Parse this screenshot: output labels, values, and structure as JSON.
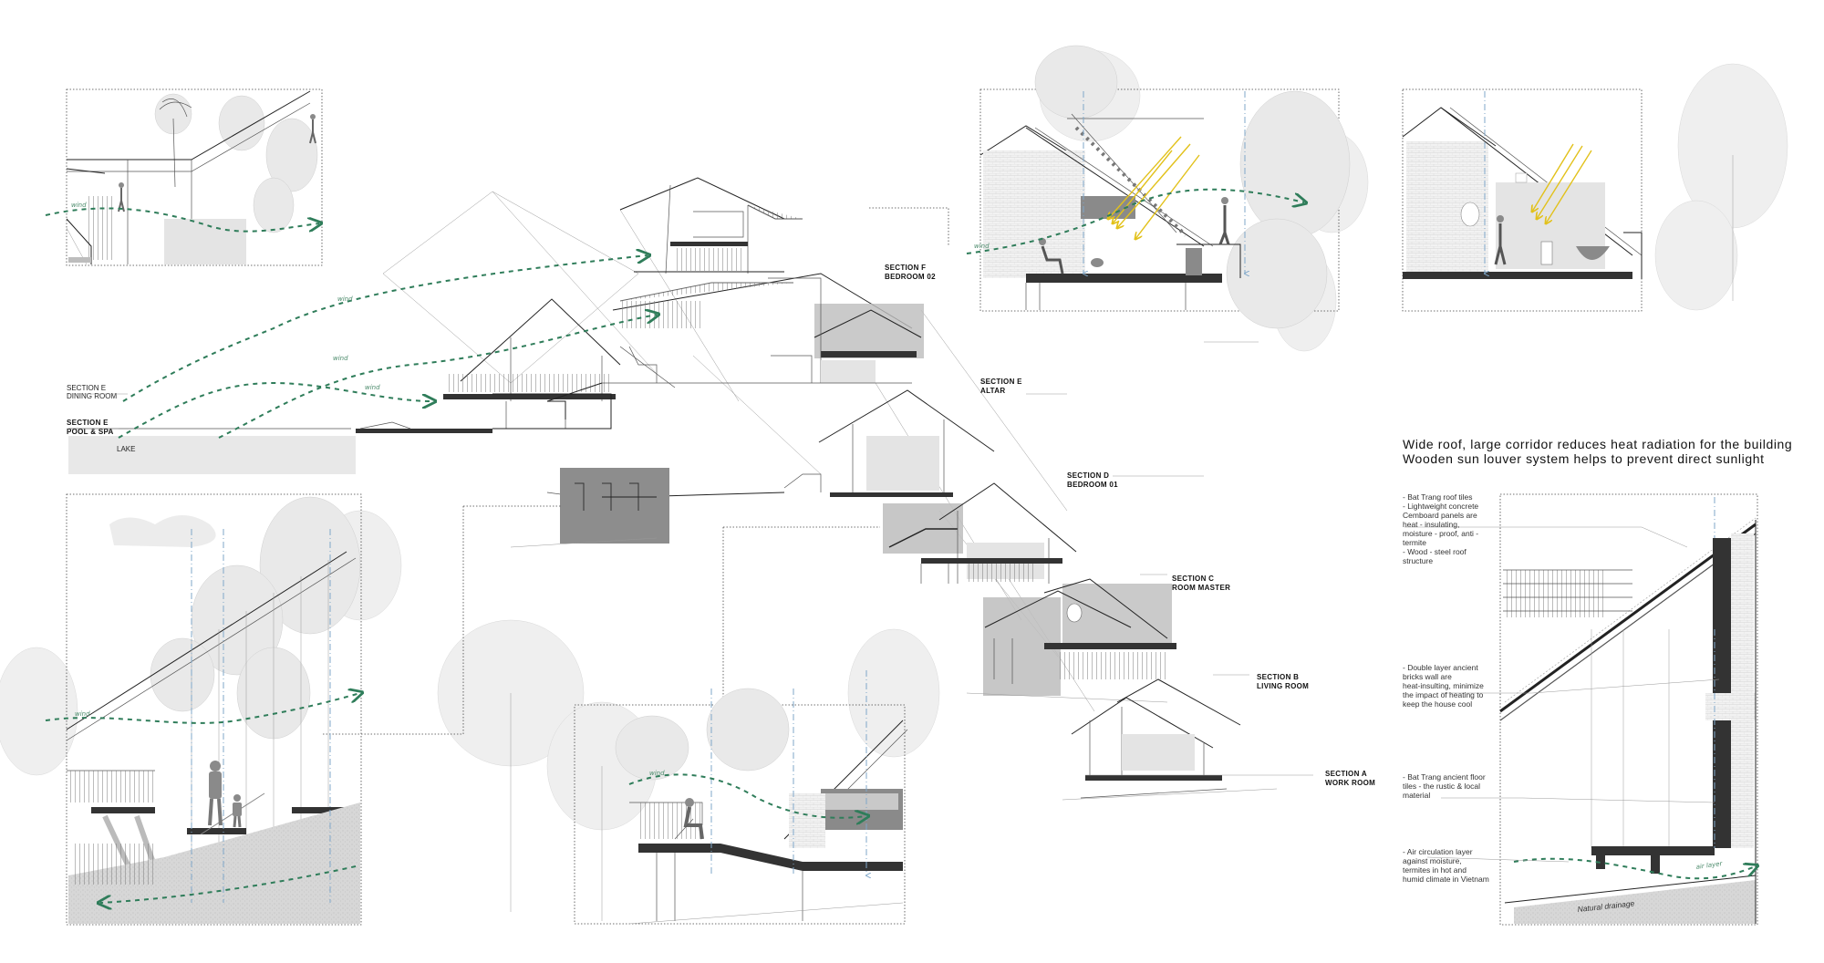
{
  "section_labels": {
    "f": [
      "SECTION   F",
      "BEDROOM 02"
    ],
    "e_dining": [
      "SECTION     E",
      "DINING ROOM"
    ],
    "e_pool": [
      "SECTION   E",
      "POOL & SPA"
    ],
    "lake": "LAKE",
    "e_altar": [
      "SECTION     E",
      "ALTAR"
    ],
    "d": [
      "SECTION    D",
      "BEDROOM 01"
    ],
    "c": [
      "SECTION   C",
      "ROOM MASTER"
    ],
    "b": [
      "SECTION   B",
      "LIVING ROOM"
    ],
    "a": [
      "SECTION   A",
      "WORK ROOM"
    ]
  },
  "wind_label": "wind",
  "air_layer_label": "air layer",
  "heading": [
    "Wide roof, large corridor reduces heat radiation for the building",
    "Wooden sun louver system helps to prevent direct sunlight"
  ],
  "notes": {
    "roof": [
      "- Bat Trang roof tiles",
      "- Lightweight concrete",
      "Cemboard panels are",
      "heat - insulating,",
      "moisture - proof, anti -",
      "termite",
      "- Wood - steel roof",
      "structure"
    ],
    "wall": [
      "- Double layer ancient",
      "bricks wall are",
      "heat-insulting, minimize",
      "the impact of heating to",
      "keep the house cool"
    ],
    "floor": [
      "- Bat Trang ancient floor",
      "tiles - the rustic & local",
      "material"
    ],
    "air": [
      "- Air circulation layer",
      "against moisture,",
      "termites in hot and",
      "humid climate in Vietnam"
    ]
  },
  "drainage_label": "Natural drainage",
  "colors": {
    "flow": "#2f7d5a",
    "sun_ray": "#e2c11a",
    "sun_axis": "#7fa7c9"
  }
}
